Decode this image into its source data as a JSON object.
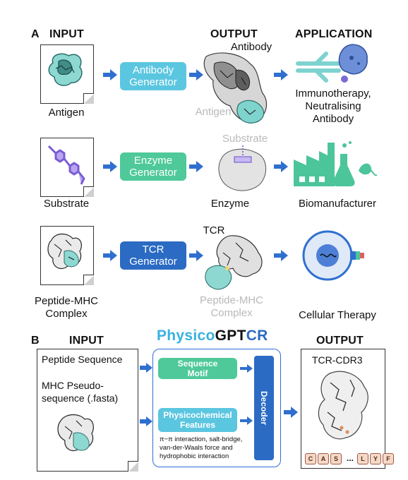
{
  "panel_a": {
    "letter": "A",
    "headers": {
      "input": "INPUT",
      "output": "OUTPUT",
      "application": "APPLICATION"
    },
    "rows": [
      {
        "input_label": "Antigen",
        "generator": "Antibody Generator",
        "output_label": "Antibody",
        "output_sublabel": "Antigen",
        "application": "Immunotherapy, Neutralising Antibody"
      },
      {
        "input_label": "Substrate",
        "generator": "Enzyme Generator",
        "output_label": "Enzyme",
        "output_sublabel": "Substrate",
        "application": "Biomanufacturer"
      },
      {
        "input_label": "Peptide-MHC Complex",
        "generator": "TCR Generator",
        "output_label": "TCR",
        "output_sublabel": "Peptide-MHC Complex",
        "application": "Cellular Therapy"
      }
    ]
  },
  "panel_b": {
    "letter": "B",
    "headers": {
      "input": "INPUT",
      "output": "OUTPUT"
    },
    "model_name": {
      "physico": "Physico",
      "gpt": "GPT",
      "cr": "CR"
    },
    "input_items": [
      "Peptide Sequence",
      "MHC Pseudo-sequence (.fasta)"
    ],
    "modules": {
      "sequence_motif": "Sequence Motif",
      "physicochemical": "Physicochemical Features",
      "physicochemical_desc": "π−π interaction, salt-bridge, van-der-Waals force and hydrophobic interaction",
      "decoder": "Decoder"
    },
    "output_label": "TCR-CDR3",
    "output_tokens": [
      "C",
      "A",
      "S",
      "...",
      "L",
      "Y",
      "F"
    ]
  },
  "colors": {
    "antibody_generator": "#5bc6e0",
    "enzyme_generator": "#4fc99a",
    "tcr_generator": "#2b6bc3",
    "arrow": "#2f6fcf",
    "antigen_teal": "#64c8c4",
    "physico_cyan": "#38b2e0"
  }
}
